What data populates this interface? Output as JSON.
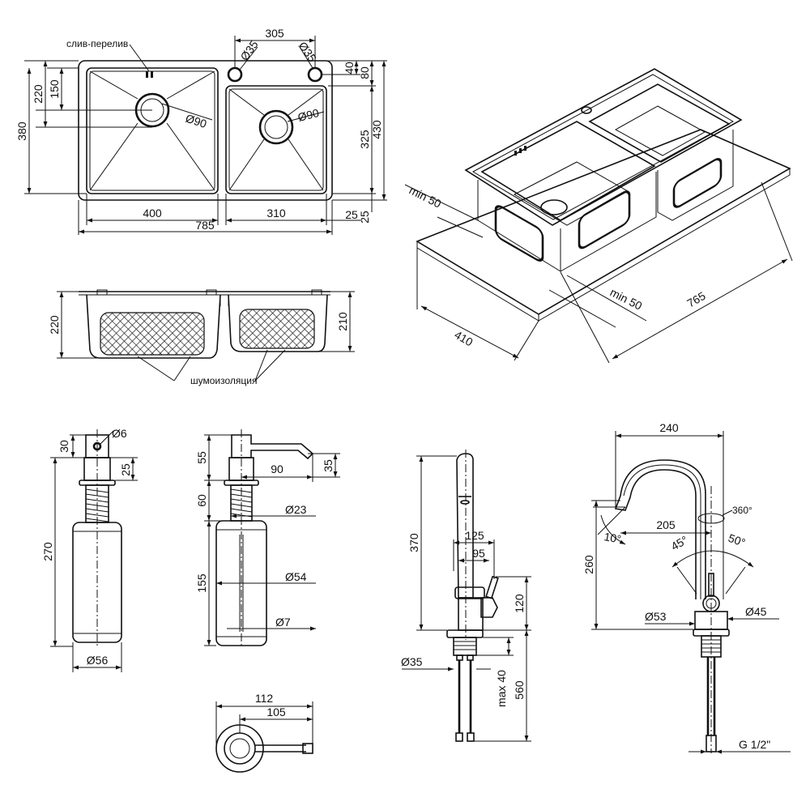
{
  "top_view": {
    "overflow_label": "слив-перелив",
    "dims": {
      "tap_spacing": "305",
      "hole_left": "Ø35",
      "hole_right": "Ø35",
      "d_40": "40",
      "d_80": "80",
      "d_150": "150",
      "d_220": "220",
      "d_380": "380",
      "drain_left": "Ø90",
      "drain_right": "Ø90",
      "d_325": "325",
      "d_430": "430",
      "w_400": "400",
      "w_310": "310",
      "d_25a": "25",
      "d_25b": "25",
      "w_785": "785"
    }
  },
  "side_view": {
    "d_220": "220",
    "d_210": "210",
    "insulation_label": "шумоизоляция"
  },
  "iso_view": {
    "min_50_a": "min 50",
    "min_50_b": "min 50",
    "d_410": "410",
    "d_765": "765"
  },
  "dispenser_front": {
    "d_6": "Ø6",
    "d_30": "30",
    "d_25": "25",
    "d_270": "270",
    "d_56": "Ø56"
  },
  "dispenser_side": {
    "d_55": "55",
    "d_90": "90",
    "d_35": "35",
    "d_60": "60",
    "d_23": "Ø23",
    "d_155": "155",
    "d_54": "Ø54",
    "d_7": "Ø7"
  },
  "dispenser_top": {
    "d_112": "112",
    "d_105": "105"
  },
  "faucet_straight": {
    "d_370": "370",
    "d_125": "125",
    "d_95": "95",
    "d_120": "120",
    "d_35": "Ø35",
    "d_max40": "max 40",
    "d_560": "560"
  },
  "faucet_arc": {
    "d_240": "240",
    "d_360": "360°",
    "d_205": "205",
    "d_10": "10°",
    "d_45": "45°",
    "d_50": "50°",
    "d_260": "260",
    "d_53": "Ø53",
    "d_45mm": "Ø45",
    "thread": "G 1/2\""
  }
}
